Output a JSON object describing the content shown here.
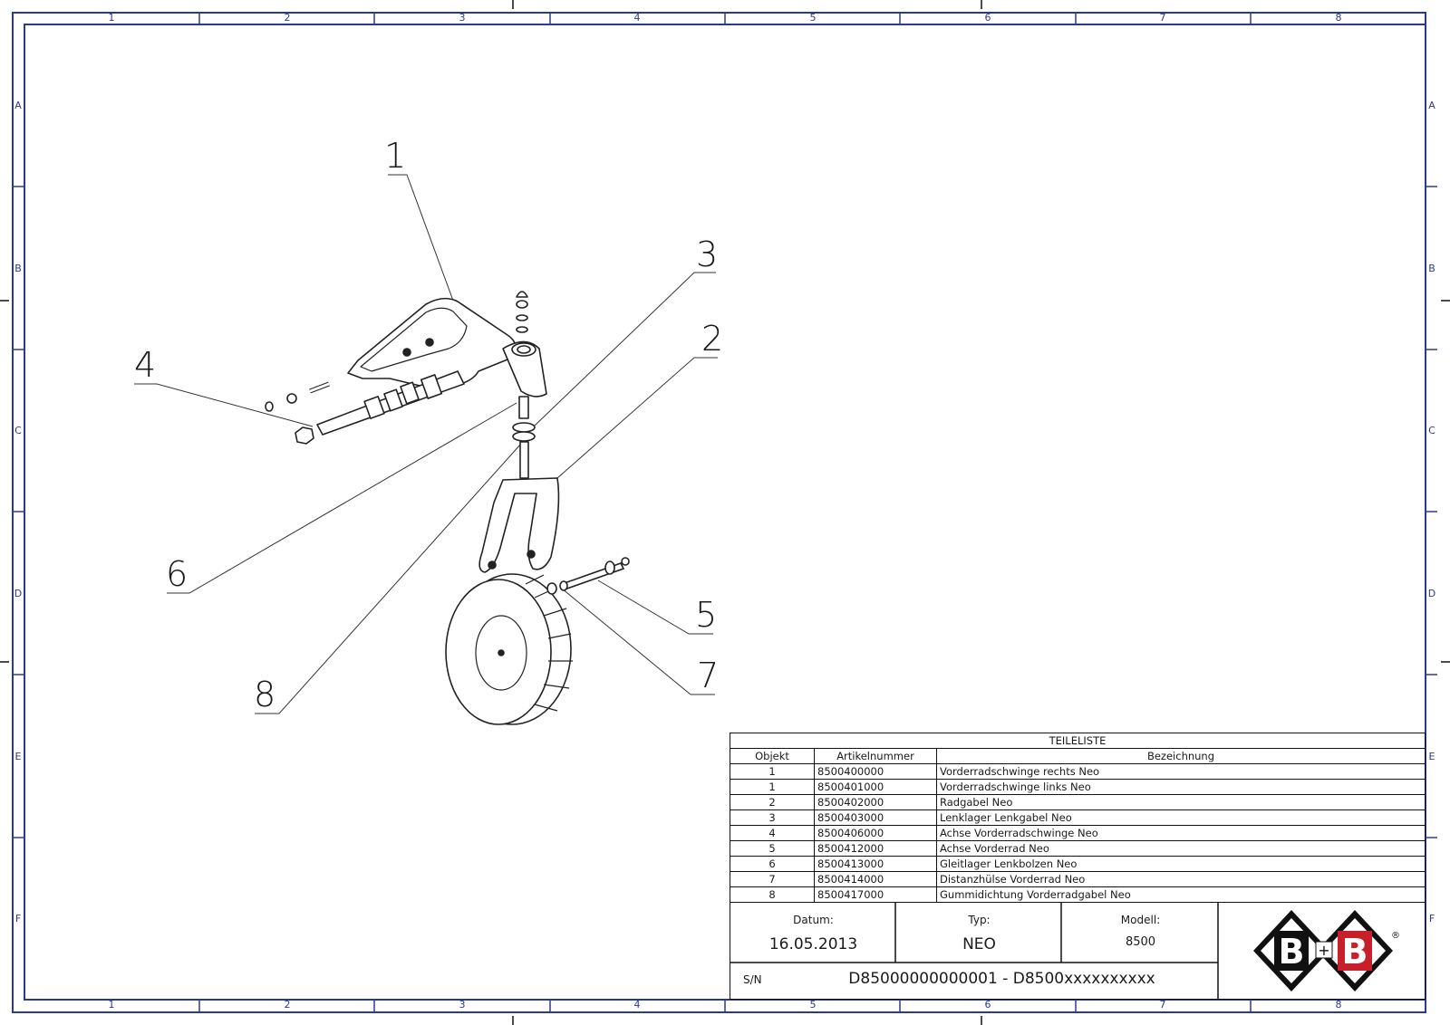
{
  "zones": {
    "columns": [
      "1",
      "2",
      "3",
      "4",
      "5",
      "6",
      "7",
      "8"
    ],
    "rows": [
      "A",
      "B",
      "C",
      "D",
      "E",
      "F"
    ]
  },
  "callouts": [
    "1",
    "2",
    "3",
    "4",
    "5",
    "6",
    "7",
    "8"
  ],
  "parts_list": {
    "title": "TEILELISTE",
    "headers": [
      "Objekt",
      "Artikelnummer",
      "Bezeichnung"
    ],
    "rows": [
      [
        "1",
        "8500400000",
        "Vorderradschwinge rechts Neo"
      ],
      [
        "1",
        "8500401000",
        "Vorderradschwinge links Neo"
      ],
      [
        "2",
        "8500402000",
        "Radgabel Neo"
      ],
      [
        "3",
        "8500403000",
        "Lenklager Lenkgabel Neo"
      ],
      [
        "4",
        "8500406000",
        "Achse Vorderradschwinge Neo"
      ],
      [
        "5",
        "8500412000",
        "Achse Vorderrad Neo"
      ],
      [
        "6",
        "8500413000",
        "Gleitlager Lenkbolzen Neo"
      ],
      [
        "7",
        "8500414000",
        "Distanzhülse Vorderrad Neo"
      ],
      [
        "8",
        "8500417000",
        "Gummidichtung Vorderradgabel Neo"
      ]
    ]
  },
  "title_block": {
    "date_label": "Datum:",
    "date_value": "16.05.2013",
    "type_label": "Typ:",
    "type_value": "NEO",
    "model_label": "Modell:",
    "model_value": "8500",
    "sn_label": "S/N",
    "sn_value": "D85000000000001 - D8500xxxxxxxxxx"
  },
  "logo": {
    "text": "B+B",
    "accent_color": "#c8202a"
  }
}
